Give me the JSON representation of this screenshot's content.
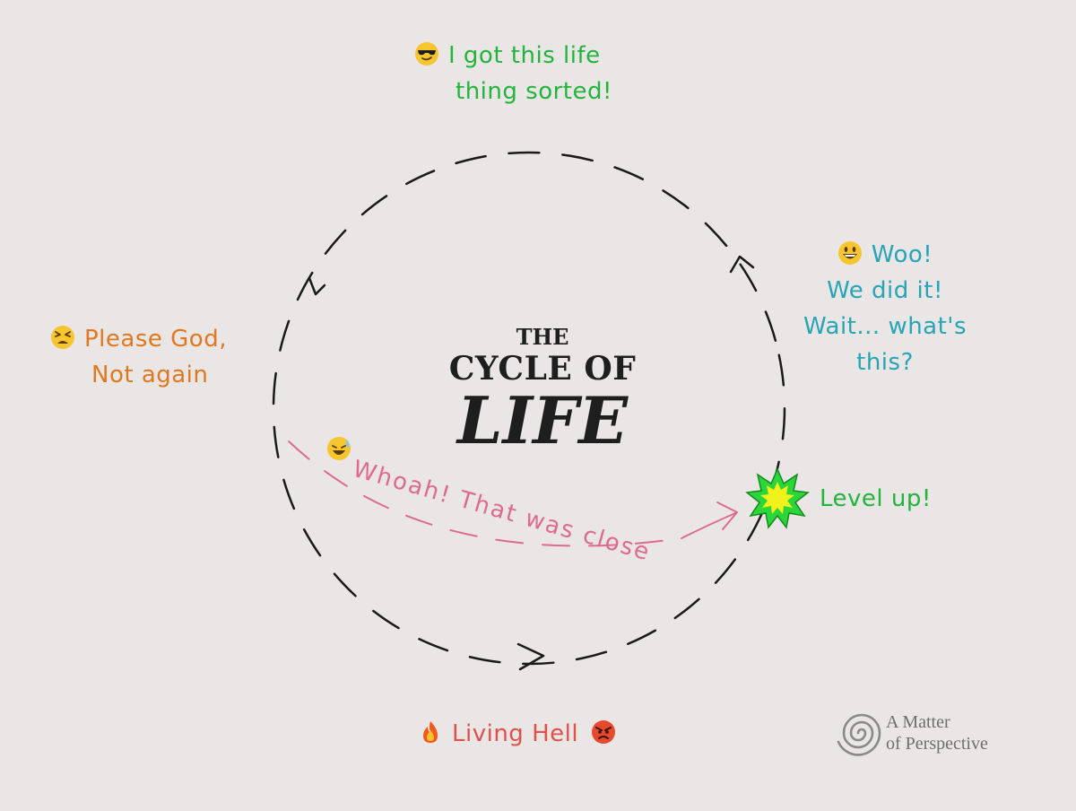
{
  "title": {
    "line1": "THE",
    "line2": "CYCLE OF",
    "line3": "LIFE"
  },
  "stages": {
    "top": {
      "line1": "I got this life",
      "line2": "thing sorted!",
      "emoji": "cool-face-sunglasses",
      "color": "#22b43c"
    },
    "right": {
      "line1": "Woo!",
      "line2": "We did it!",
      "line3": "Wait... what's",
      "line4": "this?",
      "emoji": "grinning-face",
      "color": "#27a4b6"
    },
    "left": {
      "line1": "Please God,",
      "line2": "Not again",
      "emoji": "tired-face",
      "color": "#e0781e"
    },
    "bottom": {
      "label": "Living Hell",
      "emoji_left": "fire",
      "emoji_right": "angry-face",
      "color": "#e2504a"
    },
    "levelup": {
      "label": "Level up!",
      "color": "#22b43c"
    },
    "closecall": {
      "label": "Whoah! That was close",
      "emoji": "laughing-sweat-face",
      "color": "#de6b8e"
    }
  },
  "brand": {
    "line1": "A Matter",
    "line2": "of Perspective",
    "color": "#6e6e6e"
  },
  "colors": {
    "background": "#e9e6e5",
    "cycle_stroke": "#1a1a1a"
  }
}
